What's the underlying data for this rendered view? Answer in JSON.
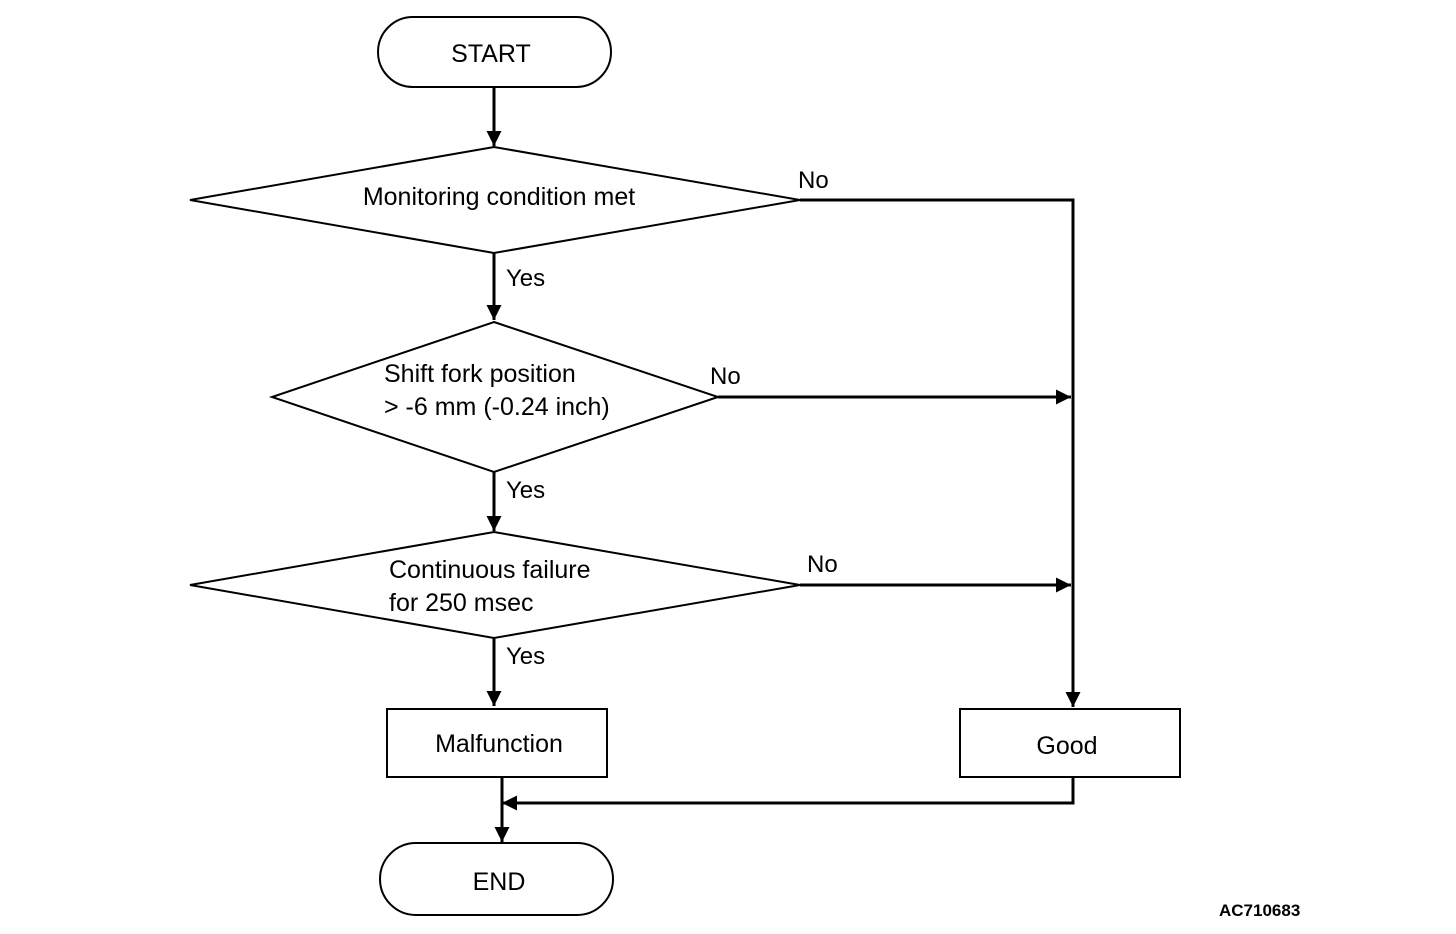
{
  "nodes": {
    "start": "START",
    "monitoring": "Monitoring condition met",
    "shift_fork_line1": "Shift fork position",
    "shift_fork_line2": "> -6 mm (-0.24 inch)",
    "continuous_line1": "Continuous failure",
    "continuous_line2": "for 250 msec",
    "malfunction": "Malfunction",
    "good": "Good",
    "end": "END"
  },
  "edges": {
    "yes": "Yes",
    "no": "No"
  },
  "reference_code": "AC710683"
}
